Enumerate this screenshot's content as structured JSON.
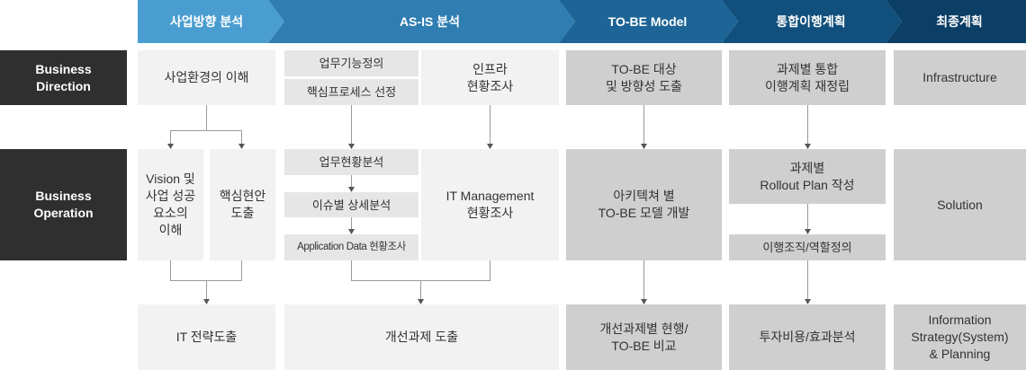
{
  "phases": [
    "사업방향 분석",
    "AS-IS 분석",
    "TO-BE Model",
    "통합이행계획",
    "최종계획"
  ],
  "colors": {
    "phase1": "#4a9dd0",
    "phase2": "#2f7db1",
    "phase3": "#1d6596",
    "phase4": "#11507d",
    "phase5": "#0b3f66"
  },
  "rows": {
    "direction": "Business\nDirection",
    "operation": "Business\nOperation"
  },
  "direction": {
    "biz_env": "사업환경의 이해",
    "func_def": "업무기능정의",
    "core_process": "핵심프로세스 선정",
    "infra": "인프라\n현황조사",
    "tobe_target": "TO-BE 대상\n및 방향성 도출",
    "task_plan": "과제별 통합\n이행계획 재정립",
    "infrastructure": "Infrastructure"
  },
  "operation": {
    "vision": "Vision 및\n사업 성공\n요소의\n이해",
    "core_issue": "핵심현안\n도출",
    "biz_status": "업무현황분석",
    "issue_detail": "이슈별 상세분석",
    "app_data": "Application Data 현황조사",
    "it_mgmt": "IT Management\n현황조사",
    "arch": "아키텍쳐 별\nTO-BE 모델 개발",
    "rollout": "과제별\nRollout Plan 작성",
    "org": "이행조직/역할정의",
    "solution": "Solution"
  },
  "results": {
    "it_strategy": "IT 전략도출",
    "improve": "개선과제 도출",
    "compare": "개선과제별 현행/\nTO-BE 비교",
    "invest": "투자비용/효과분석",
    "info_strategy": "Information\nStrategy(System)\n& Planning"
  }
}
